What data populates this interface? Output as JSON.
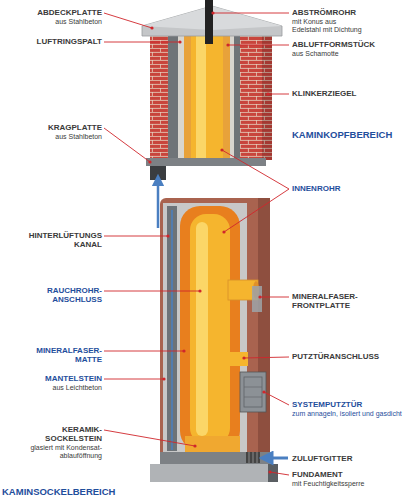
{
  "diagram": {
    "labels": [
      "ABDECKPLATTE",
      "aus Stahlbeton",
      "LUFTRINGSPALT",
      "KRAGPLATTE",
      "aus Stahlbeton",
      "HINTERLÜFTUNGS KANAL",
      "RAUCHROHR- ANSCHLUSS",
      "MINERALFASER- MATTE",
      "MANTELSTEIN",
      "aus Leichtbeton",
      "KERAMIK- SOCKELSTEIN",
      "glasiert mit Kondensat- ablauföffnung",
      "KAMINSOCKELBEREICH",
      "ABSTRÖMROHR",
      "mit Konus aus Edelstahl mit Dichtung",
      "ABLUFTFORMSTÜCK",
      "aus Schamotte",
      "KLINKERZIEGEL",
      "KAMINKOPFBEREICH",
      "INNENROHR",
      "MINERALFASER- FRONTPLATTE",
      "PUTZTÜRANSCHLUSS",
      "SYSTEMPUTZTÜR",
      "zum annageln, isoliert und gasdicht",
      "ZULUFTGITTER",
      "FUNDAMENT",
      "mit Feuchtigkeitssperre"
    ]
  }
}
